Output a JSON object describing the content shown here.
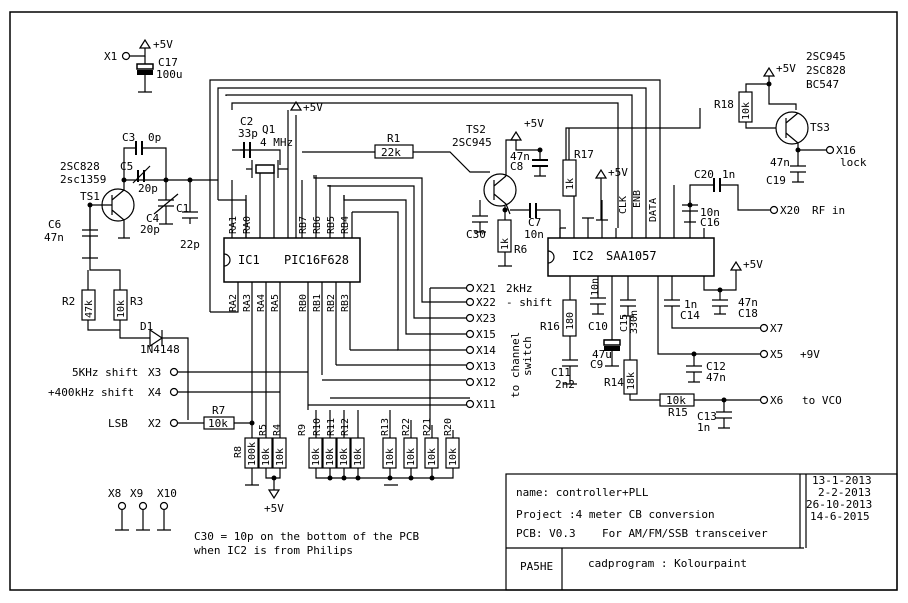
{
  "power": {
    "vcc": "+5V",
    "v9": "+9V"
  },
  "connectors": {
    "x1": "X1",
    "x2": "X2",
    "x3": "X3",
    "x4": "X4",
    "x5": "X5",
    "x6": "X6",
    "x7": "X7",
    "x8": "X8",
    "x9": "X9",
    "x10": "X10",
    "x11": "X11",
    "x12": "X12",
    "x13": "X13",
    "x14": "X14",
    "x15": "X15",
    "x16": "X16",
    "x20": "X20",
    "x21": "X21",
    "x22": "X22",
    "x23": "X23"
  },
  "signals": {
    "khz2": "2kHz",
    "shift": "- shift",
    "khz5": "5KHz shift",
    "khz400": "+400kHz shift",
    "lsb": "LSB",
    "lock": "lock",
    "rf_in": "RF in",
    "to_vco": "to VCO",
    "channel_switch_1": "to channel",
    "channel_switch_2": "switch"
  },
  "ic1": {
    "ref": "IC1",
    "part": "PIC16F628",
    "pins_top": [
      "RA1",
      "RA0",
      "RB7",
      "RB6",
      "RB5",
      "RB4"
    ],
    "pins_bottom": [
      "RA2",
      "RA3",
      "RA4",
      "RA5",
      "RB0",
      "RB1",
      "RB2",
      "RB3"
    ]
  },
  "ic2": {
    "ref": "IC2",
    "part": "SAA1057",
    "clk": "CLK",
    "enb": "ENB",
    "data": "DATA"
  },
  "transistors": {
    "ts1": "TS1",
    "ts1_p1": "2SC828",
    "ts1_p2": "2sc1359",
    "ts2": "TS2",
    "ts2_p": "2SC945",
    "ts3": "TS3",
    "ts3_p1": "2SC945",
    "ts3_p2": "2SC828",
    "ts3_p3": "BC547"
  },
  "crystal": {
    "ref": "Q1",
    "value": "4 MHz"
  },
  "diode": {
    "ref": "D1",
    "part": "1N4148"
  },
  "caps": {
    "c2": "C2",
    "c2v": "33p",
    "c3": "C3",
    "c3v": "0p",
    "c5": "C5",
    "c5v": "20p",
    "c4": "C4",
    "c4v": "20p",
    "c1": "C1",
    "c1v": "22p",
    "c6": "C6",
    "c6v": "47n",
    "c17": "C17",
    "c17v": "100u",
    "c8": "C8",
    "c8v": "47n",
    "c7": "C7",
    "c7v": "10n",
    "c30": "C30",
    "c19": "C19",
    "c19v": "47n",
    "c20": "C20",
    "c20v": "1n",
    "c16": "C16",
    "c16v": "10n",
    "c14": "C14",
    "c14v": "1n",
    "c18": "C18",
    "c18v": "47n",
    "c10": "C10",
    "c10v": "10n",
    "c15": "C15",
    "c15v": "330n",
    "c9": "C9",
    "c9v": "47u",
    "c11": "C11",
    "c11v": "2n2",
    "c12": "C12",
    "c12v": "47n",
    "c13": "C13",
    "c13v": "1n"
  },
  "resistors": {
    "r1": "R1",
    "r1v": "22k",
    "r2": "R2",
    "r2v": "47k",
    "r3": "R3",
    "r3v": "10k",
    "r6": "R6",
    "r6v": "1k",
    "r7": "R7",
    "r7v": "10k",
    "r8": "R8",
    "r8v": "100k",
    "r5": "R5",
    "r4": "R4",
    "r9": "R9",
    "r10": "R10",
    "r11": "R11",
    "r12": "R12",
    "r13": "R13",
    "r22": "R22",
    "r21": "R21",
    "r20": "R20",
    "r10k": "10k",
    "r16": "R16",
    "r16v": "180",
    "r17": "R17",
    "r17v": "1k",
    "r18": "R18",
    "r18v": "10k",
    "r14": "R14",
    "r14v": "18k",
    "r15": "R15",
    "r15v": "10k"
  },
  "note": {
    "line1": "C30 = 10p on the bottom of the PCB",
    "line2": "when IC2 is from Philips"
  },
  "title_block": {
    "name": "name: controller+PLL",
    "project": "Project :4 meter CB conversion",
    "pcb": "PCB: V0.3",
    "pcb_desc": "For AM/FM/SSB transceiver",
    "author": "PA5HE",
    "cadprogram": "cadprogram : Kolourpaint",
    "dates": [
      "13-1-2013",
      "2-2-2013",
      "26-10-2013",
      "14-6-2015"
    ]
  }
}
